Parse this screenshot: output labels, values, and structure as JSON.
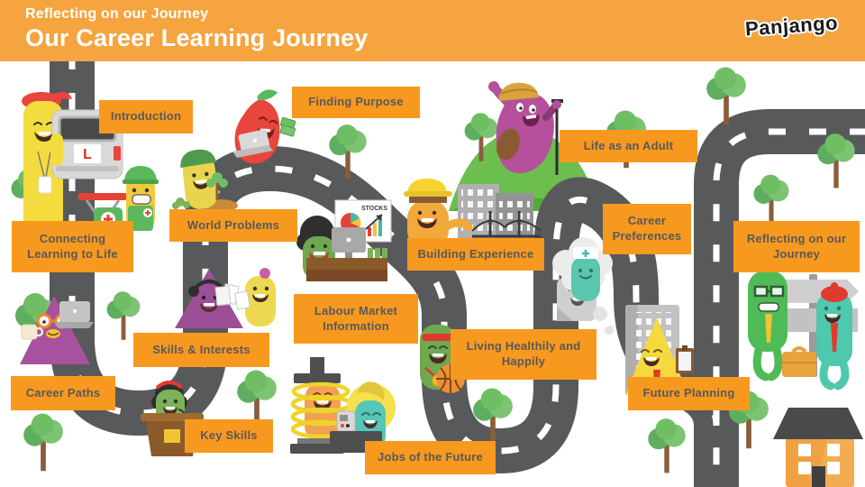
{
  "header": {
    "kicker": "Reflecting on our Journey",
    "title": "Our Career Learning Journey",
    "logo": "Panjango"
  },
  "stops": {
    "introduction": {
      "label": "Introduction"
    },
    "finding_purpose": {
      "label": "Finding Purpose"
    },
    "life_as_an_adult": {
      "label": "Life as an Adult"
    },
    "connecting_learning_to_life": {
      "label": "Connecting Learning to Life"
    },
    "world_problems": {
      "label": "World Problems"
    },
    "building_experience": {
      "label": "Building Experience"
    },
    "career_preferences": {
      "label": "Career Preferences"
    },
    "reflecting_on_our_journey": {
      "label": "Reflecting on our Journey"
    },
    "skills_interests": {
      "label": "Skills & Interests"
    },
    "labour_market_information": {
      "label": "Labour Market Information"
    },
    "living_healthily_and_happily": {
      "label": "Living Healthily and Happily"
    },
    "career_paths": {
      "label": "Career Paths"
    },
    "future_planning": {
      "label": "Future Planning"
    },
    "key_skills": {
      "label": "Key Skills"
    },
    "jobs_of_the_future": {
      "label": "Jobs of the Future"
    }
  },
  "decor": {
    "stocks_board_label": "STOCKS",
    "learner_plate_letter": "L"
  },
  "icons": [
    "learner-driver-character",
    "paramedic-character",
    "world-problems-character",
    "chilli-laptop-character",
    "stocks-analyst-character",
    "skills-headphones-characters",
    "career-paths-laptop-character",
    "key-skills-speaker-character",
    "spring-press-character",
    "future-inventor-character",
    "healthy-athlete-character",
    "builder-character",
    "mountain-climber-character",
    "nurse-dream-character",
    "planner-character",
    "signpost-characters",
    "winding-road",
    "trees",
    "house"
  ],
  "colors": {
    "header_bg": "#F5A43F",
    "label_bg": "#F8991F",
    "label_text": "#58595B",
    "road": "#58595B",
    "road_marking": "#FFFFFF",
    "logo_text": "#1A1A1A"
  }
}
